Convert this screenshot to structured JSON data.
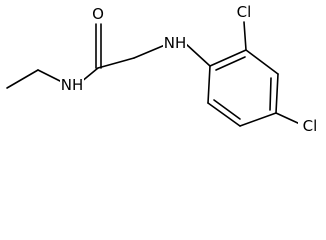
{
  "molecule": {
    "atoms": {
      "amide_o": "O",
      "amide_n": "NH",
      "amine_n": "NH",
      "cl_ortho": "Cl",
      "cl_para": "Cl"
    }
  }
}
